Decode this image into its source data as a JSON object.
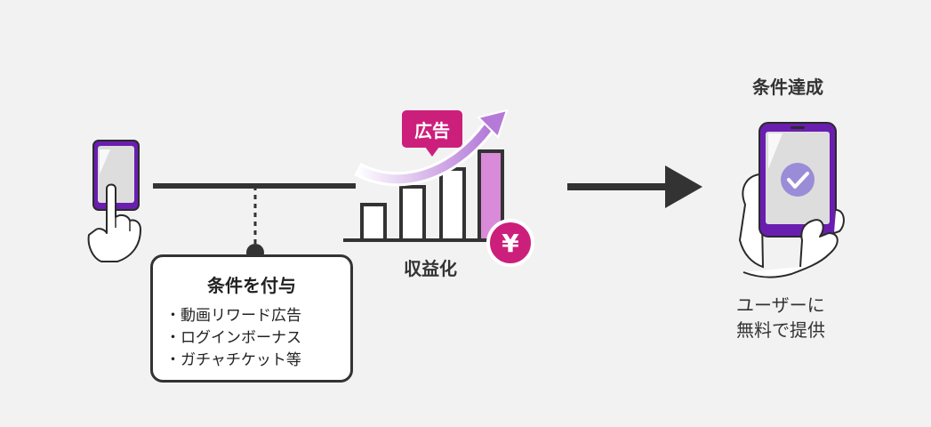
{
  "conditions": {
    "title": "条件を付与",
    "items": [
      "・動画リワード広告",
      "・ログインボーナス",
      "・ガチャチケット等"
    ]
  },
  "monetization": {
    "label": "収益化",
    "ad_tag": "広告",
    "yen_symbol": "¥"
  },
  "achievement": {
    "title": "条件達成",
    "line1": "ユーザーに",
    "line2": "無料で提供"
  },
  "icons": {
    "user_phone": "phone-tap-icon",
    "check": "check-circle-icon",
    "growth": "growth-bar-chart-icon",
    "arrow": "right-arrow-icon"
  },
  "colors": {
    "accent_purple": "#6a1eb0",
    "accent_magenta": "#cc1f7c",
    "bar_pink": "#d98ad8",
    "check_circle": "#9b8cd8",
    "line_dark": "#333333"
  }
}
